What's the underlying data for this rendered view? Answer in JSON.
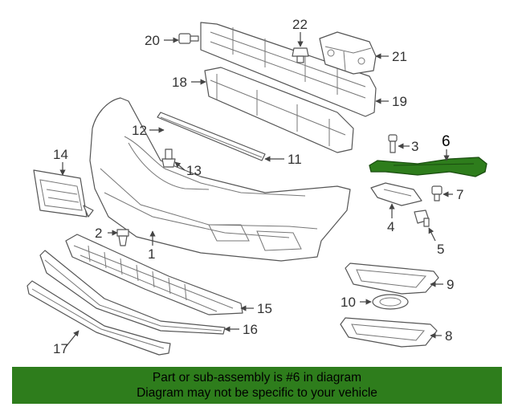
{
  "highlight_color": "#2e7d1c",
  "diagram": {
    "callouts": [
      "1",
      "2",
      "3",
      "4",
      "5",
      "6",
      "7",
      "8",
      "9",
      "10",
      "11",
      "12",
      "13",
      "14",
      "15",
      "16",
      "17",
      "18",
      "19",
      "20",
      "21",
      "22"
    ],
    "highlighted_callout": "6"
  },
  "banner": {
    "line1": "Part or sub-assembly is #6 in diagram",
    "line2": "Diagram may not be specific to your vehicle"
  }
}
